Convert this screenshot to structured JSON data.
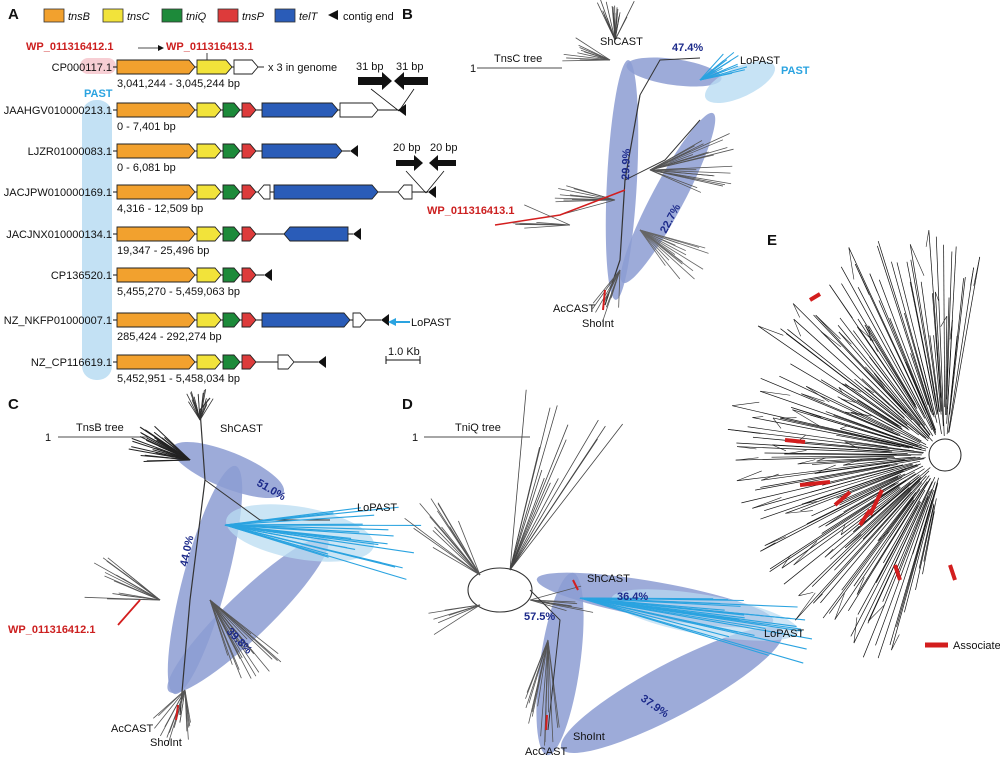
{
  "panels": {
    "a": "A",
    "b": "B",
    "c": "C",
    "d": "D",
    "e": "E"
  },
  "legend": {
    "items": [
      {
        "label": "tnsB",
        "color": "#f2a12e"
      },
      {
        "label": "tnsC",
        "color": "#f2e33a"
      },
      {
        "label": "tniQ",
        "color": "#1d8a3a"
      },
      {
        "label": "tnsP",
        "color": "#dd3b3b"
      },
      {
        "label": "telT",
        "color": "#2a5cb8"
      }
    ],
    "contig_end": "contig end"
  },
  "panel_a": {
    "red_label_1": "WP_011316412.1",
    "red_label_2": "WP_011316413.1",
    "copies_note": "x 3 in genome",
    "past_label": "PAST",
    "rows": [
      {
        "accession": "CP000117.1",
        "coords": "3,041,244 - 3,045,244 bp"
      },
      {
        "accession": "JAAHGV010000213.1",
        "coords": "0 - 7,401 bp"
      },
      {
        "accession": "LJZR01000083.1",
        "coords": "0 - 6,081 bp"
      },
      {
        "accession": "JACJPW010000169.1",
        "coords": "4,316 - 12,509 bp"
      },
      {
        "accession": "JACJNX010000134.1",
        "coords": "19,347 - 25,496 bp"
      },
      {
        "accession": "CP136520.1",
        "coords": "5,455,270 - 5,459,063 bp"
      },
      {
        "accession": "NZ_NKFP01000007.1",
        "coords": "285,424 - 292,274 bp"
      },
      {
        "accession": "NZ_CP116619.1",
        "coords": "5,452,951 - 5,458,034 bp"
      }
    ],
    "repeat_1": "31 bp",
    "repeat_2": "20 bp",
    "lopast": "LoPAST",
    "scale": "1.0 Kb"
  },
  "panel_b": {
    "scale": "1",
    "title": "TnsC tree",
    "shcast": "ShCAST",
    "lopast": "LoPAST",
    "past": "PAST",
    "red_label": "WP_011316413.1",
    "accast": "AcCAST",
    "shoint": "ShoInt",
    "pct_1": "47.4%",
    "pct_2": "29.9%",
    "pct_3": "22.7%"
  },
  "panel_c": {
    "scale": "1",
    "title": "TnsB tree",
    "shcast": "ShCAST",
    "lopast": "LoPAST",
    "red_label": "WP_011316412.1",
    "accast": "AcCAST",
    "shoint": "ShoInt",
    "pct_1": "51.0%",
    "pct_2": "44.0%",
    "pct_3": "39.8%"
  },
  "panel_d": {
    "scale": "1",
    "title": "TniQ tree",
    "shcast": "ShCAST",
    "lopast": "LoPAST",
    "accast": "AcCAST",
    "shoint": "ShoInt",
    "pct_1": "36.4%",
    "pct_2": "57.5%",
    "pct_3": "37.9%"
  },
  "panel_e": {
    "legend": "Associate"
  },
  "colors": {
    "ellipse": "#8c9cd2",
    "highlight_blue": "#b9dcf2",
    "highlight_red": "#f6c9cf",
    "branch_blue": "#2aa3e0",
    "branch_red": "#d31e1e"
  }
}
